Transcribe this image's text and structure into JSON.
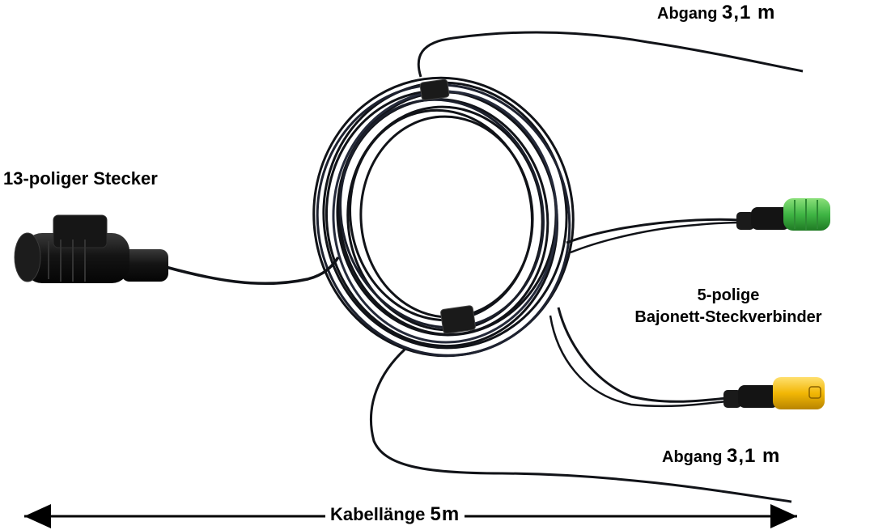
{
  "labels": {
    "abgang_top": {
      "text": "Abgang",
      "value": "3,1 m"
    },
    "plug_13pin": "13-poliger Stecker",
    "connector_5pin": {
      "line1": "5-polige",
      "line2": "Bajonett-Steckverbinder"
    },
    "abgang_bottom": {
      "text": "Abgang",
      "value": "3,1 m"
    },
    "cable_length": {
      "text": "Kabellänge",
      "value": "5m"
    }
  },
  "colors": {
    "cable": "#111318",
    "green_cap": "#3fb544",
    "yellow_cap": "#f2b705",
    "plug_body": "#141414",
    "arrow": "#000000"
  }
}
